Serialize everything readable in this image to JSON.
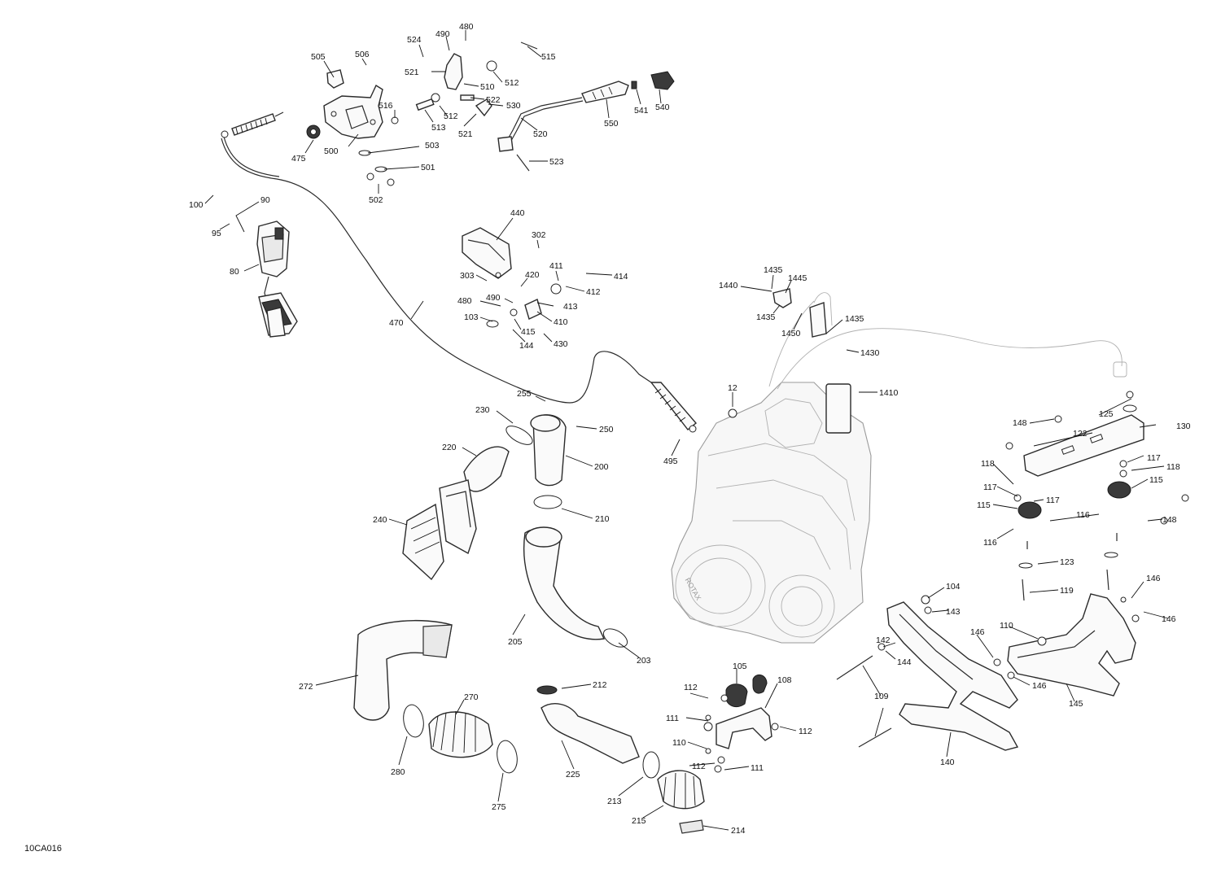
{
  "diagram_code": "10CA016",
  "labels": {
    "l505": "505",
    "l506": "506",
    "l524": "524",
    "l490a": "490",
    "l480a": "480",
    "l515": "515",
    "l521a": "521",
    "l510": "510",
    "l512a": "512",
    "l516": "516",
    "l522": "522",
    "l530": "530",
    "l512b": "512",
    "l513": "513",
    "l521b": "521",
    "l541": "541",
    "l540": "540",
    "l550": "550",
    "l520": "520",
    "l475": "475",
    "l500": "500",
    "l503": "503",
    "l501": "501",
    "l502": "502",
    "l523": "523",
    "l100": "100",
    "l90": "90",
    "l95": "95",
    "l80": "80",
    "l470": "470",
    "l440": "440",
    "l302": "302",
    "l303": "303",
    "l420": "420",
    "l411": "411",
    "l414": "414",
    "l412": "412",
    "l490b": "490",
    "l480b": "480",
    "l413": "413",
    "l103": "103",
    "l410": "410",
    "l415": "415",
    "l144a": "144",
    "l430": "430",
    "l1435a": "1435",
    "l1440": "1440",
    "l1445": "1445",
    "l1435b": "1435",
    "l1450": "1450",
    "l1435c": "1435",
    "l1430": "1430",
    "l1410": "1410",
    "l12": "12",
    "l255": "255",
    "l230": "230",
    "l250": "250",
    "l220": "220",
    "l200": "200",
    "l495": "495",
    "l210": "210",
    "l240": "240",
    "l205": "205",
    "l203": "203",
    "l272": "272",
    "l212": "212",
    "l270": "270",
    "l280": "280",
    "l275": "275",
    "l225": "225",
    "l213": "213",
    "l215": "215",
    "l214": "214",
    "l105": "105",
    "l108": "108",
    "l112a": "112",
    "l111a": "111",
    "l112b": "112",
    "l110a": "110",
    "l112c": "112",
    "l111b": "111",
    "l125": "125",
    "l130": "130",
    "l148a": "148",
    "l122": "122",
    "l117a": "117",
    "l118a": "118",
    "l118b": "118",
    "l117b": "117",
    "l117c": "117",
    "l115a": "115",
    "l115b": "115",
    "l116a": "116",
    "l148b": "148",
    "l116b": "116",
    "l123": "123",
    "l119": "119",
    "l104": "104",
    "l143": "143",
    "l146a": "146",
    "l146b": "146",
    "l110b": "110",
    "l146c": "146",
    "l142": "142",
    "l144b": "144",
    "l146d": "146",
    "l109": "109",
    "l145": "145",
    "l140": "140"
  },
  "engine_badge": "ROTAX",
  "colors": {
    "line": "#2b2b2b",
    "engine_outline": "#9a9a9a",
    "background": "#ffffff"
  }
}
